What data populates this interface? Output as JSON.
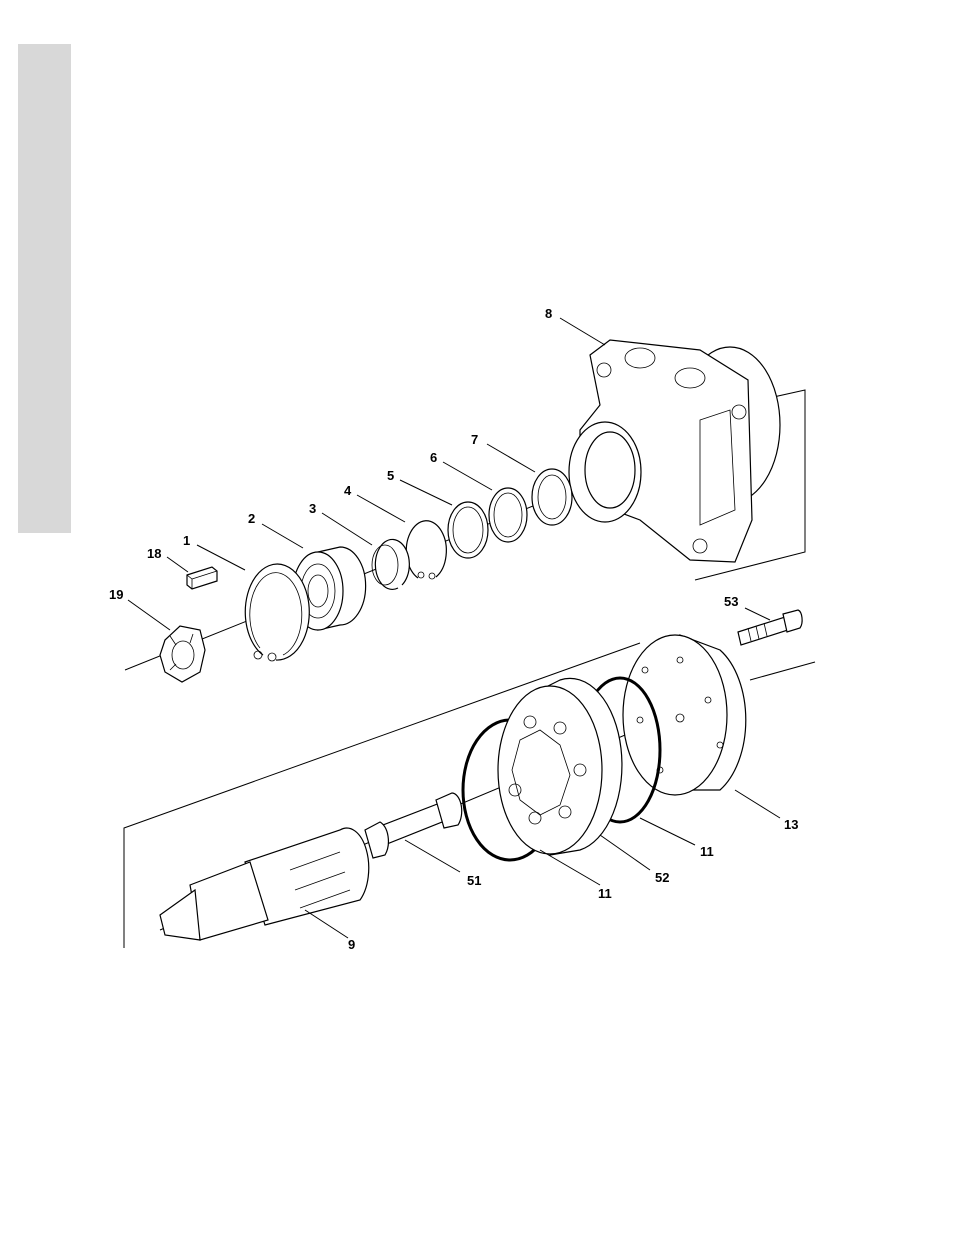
{
  "colors": {
    "side_tab": "#d8d8d8",
    "ink": "#000000",
    "background": "#ffffff"
  },
  "callouts": [
    {
      "id": "8",
      "text": "8"
    },
    {
      "id": "7",
      "text": "7"
    },
    {
      "id": "6",
      "text": "6"
    },
    {
      "id": "5",
      "text": "5"
    },
    {
      "id": "4",
      "text": "4"
    },
    {
      "id": "3",
      "text": "3"
    },
    {
      "id": "2",
      "text": "2"
    },
    {
      "id": "1",
      "text": "1"
    },
    {
      "id": "18",
      "text": "18"
    },
    {
      "id": "19",
      "text": "19"
    },
    {
      "id": "53",
      "text": "53"
    },
    {
      "id": "13",
      "text": "13"
    },
    {
      "id": "11a",
      "text": "11"
    },
    {
      "id": "52",
      "text": "52"
    },
    {
      "id": "11b",
      "text": "11"
    },
    {
      "id": "51",
      "text": "51"
    },
    {
      "id": "9",
      "text": "9"
    }
  ]
}
